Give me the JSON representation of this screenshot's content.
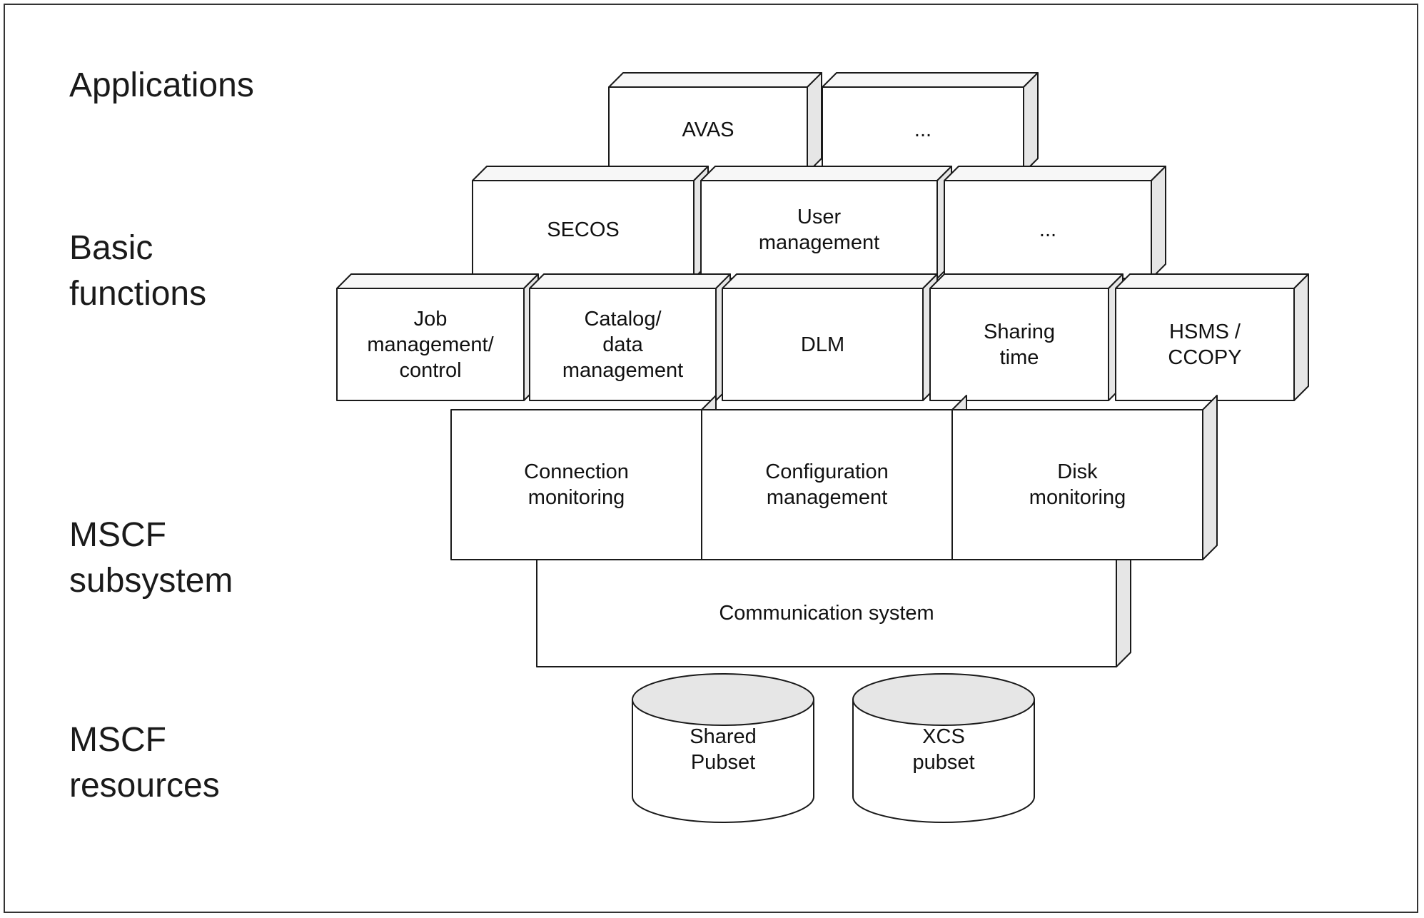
{
  "layers": [
    {
      "id": "applications",
      "label": "Applications"
    },
    {
      "id": "basic-functions",
      "label": "Basic\nfunctions"
    },
    {
      "id": "mscf-subsystem",
      "label": "MSCF\nsubsystem"
    },
    {
      "id": "mscf-resources",
      "label": "MSCF\nresources"
    }
  ],
  "applications": [
    {
      "label": "AVAS"
    },
    {
      "label": "..."
    }
  ],
  "basic_functions_upper": [
    {
      "label": "SECOS"
    },
    {
      "label": "User\nmanagement"
    },
    {
      "label": "..."
    }
  ],
  "basic_functions_lower": [
    {
      "label": "Job\nmanagement/\ncontrol"
    },
    {
      "label": "Catalog/\ndata\nmanagement"
    },
    {
      "label": "DLM"
    },
    {
      "label": "Sharing\ntime"
    },
    {
      "label": "HSMS /\nCCOPY"
    }
  ],
  "mscf_subsystem": [
    {
      "label": "Connection\nmonitoring"
    },
    {
      "label": "Configuration\nmanagement"
    },
    {
      "label": "Disk\nmonitoring"
    }
  ],
  "communication": {
    "label": "Communication system"
  },
  "resources": [
    {
      "label": "Shared\nPubset"
    },
    {
      "label": "XCS\npubset"
    }
  ],
  "colors": {
    "stroke": "#1a1a1a",
    "face": "#ffffff",
    "side": "#e6e6e6",
    "top": "#f7f7f7"
  }
}
